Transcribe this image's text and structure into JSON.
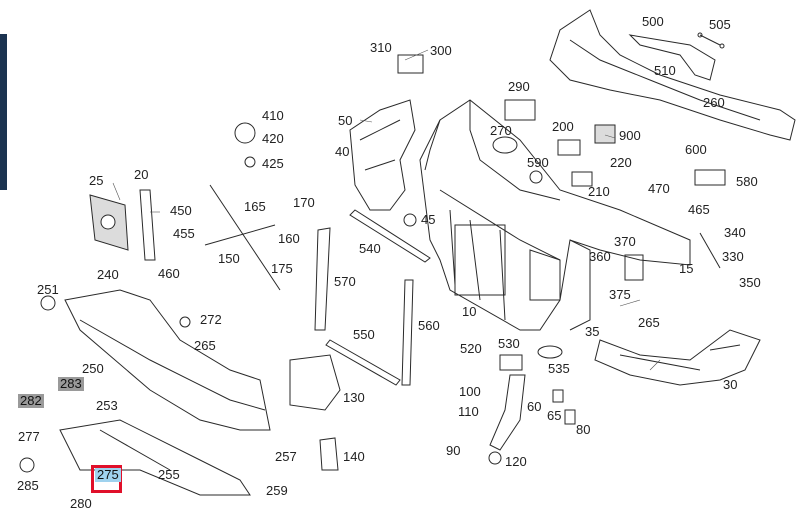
{
  "labels": {
    "l10": "10",
    "l15": "15",
    "l20": "20",
    "l25": "25",
    "l30": "30",
    "l35": "35",
    "l40": "40",
    "l45": "45",
    "l50": "50",
    "l60": "60",
    "l65": "65",
    "l80": "80",
    "l90": "90",
    "l100": "100",
    "l110": "110",
    "l120": "120",
    "l130": "130",
    "l140": "140",
    "l150": "150",
    "l160": "160",
    "l165": "165",
    "l170": "170",
    "l175": "175",
    "l200": "200",
    "l210": "210",
    "l220": "220",
    "l240": "240",
    "l250": "250",
    "l251": "251",
    "l253": "253",
    "l255": "255",
    "l257": "257",
    "l259": "259",
    "l260": "260",
    "l265a": "265",
    "l265b": "265",
    "l270": "270",
    "l272": "272",
    "l275": "275",
    "l277": "277",
    "l280": "280",
    "l282": "282",
    "l283": "283",
    "l285": "285",
    "l290": "290",
    "l300": "300",
    "l310": "310",
    "l330": "330",
    "l340": "340",
    "l350": "350",
    "l360": "360",
    "l370": "370",
    "l375": "375",
    "l410": "410",
    "l420": "420",
    "l425": "425",
    "l450": "450",
    "l455": "455",
    "l460": "460",
    "l465": "465",
    "l470": "470",
    "l500": "500",
    "l505": "505",
    "l510": "510",
    "l520": "520",
    "l530": "530",
    "l535": "535",
    "l540": "540",
    "l550": "550",
    "l560": "560",
    "l570": "570",
    "l580": "580",
    "l590": "590",
    "l600": "600",
    "l900": "900"
  },
  "highlight_colors": {
    "gray": "#9a9a9a",
    "blue": "#9fd2ee",
    "selection_box": "#e0102a"
  },
  "selected_part": "275"
}
